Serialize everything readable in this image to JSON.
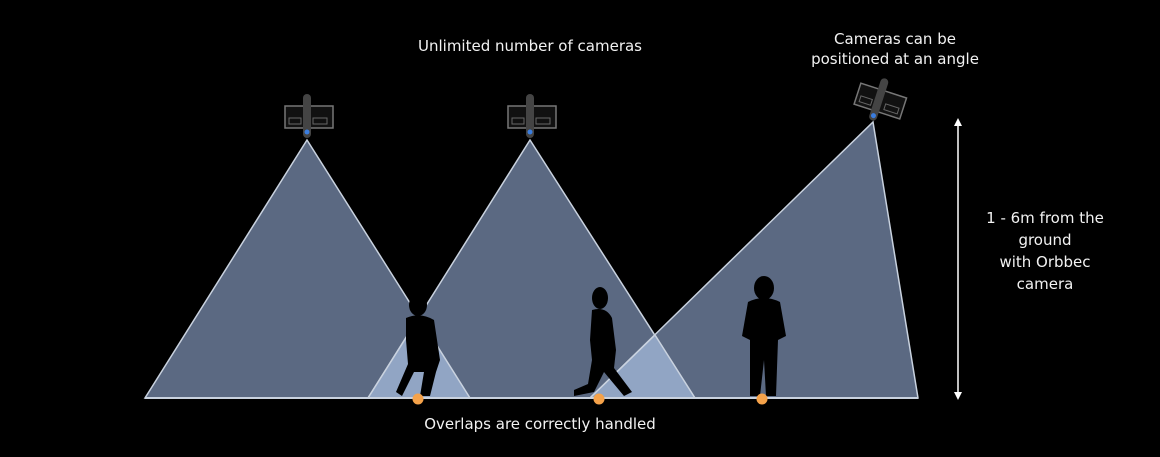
{
  "labels": {
    "top_center": "Unlimited number of cameras",
    "top_right_line1": "Cameras can be",
    "top_right_line2": "positioned at an angle",
    "height_line1": "1 - 6m from the",
    "height_line2": "ground",
    "height_line3": "with Orbbec",
    "height_line4": "camera",
    "bottom": "Overlaps are correctly handled"
  },
  "colors": {
    "cone": "#5b6982",
    "overlap": "#91a5c4",
    "edge": "#c9d2df",
    "dot": "#f5a24a",
    "background": "#000000"
  }
}
